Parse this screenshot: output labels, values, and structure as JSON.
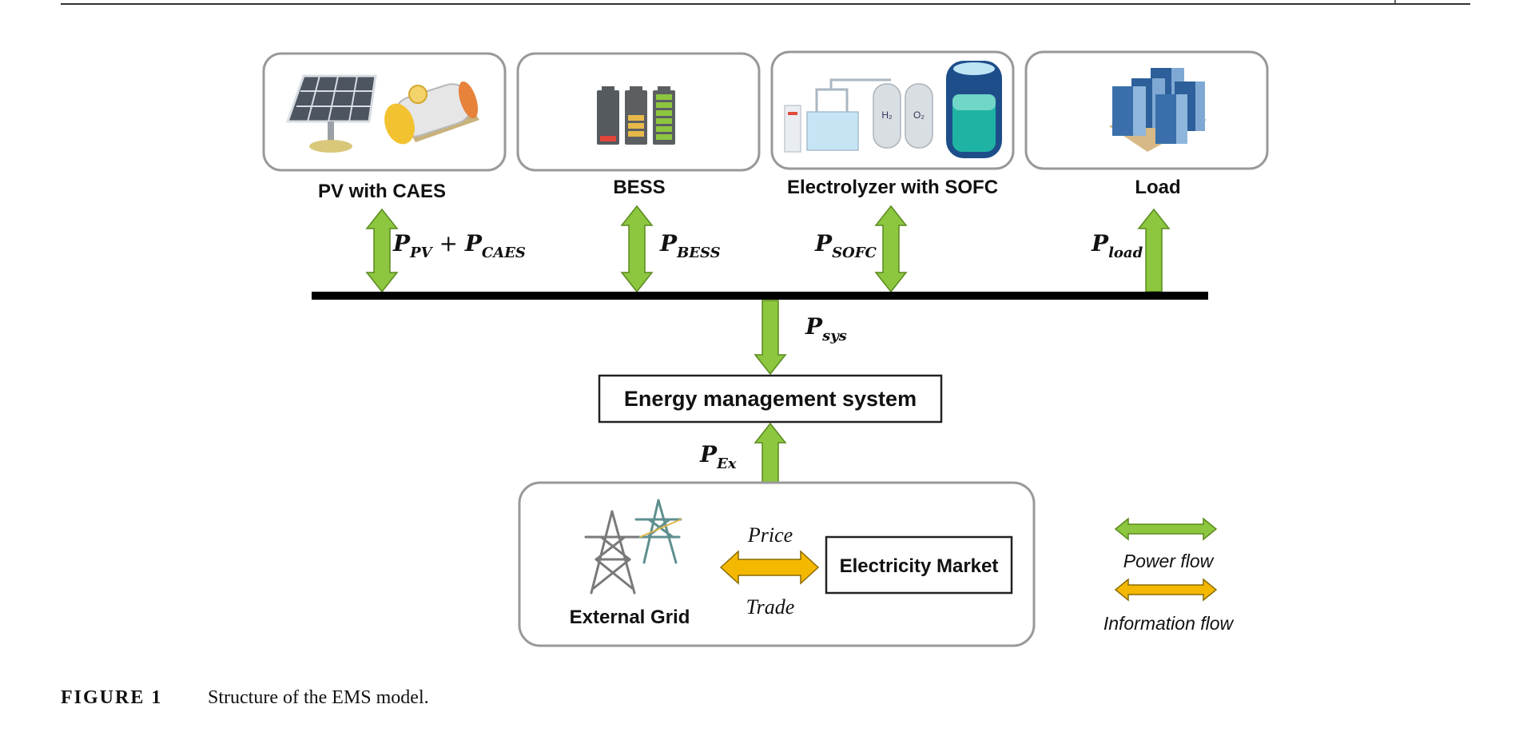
{
  "components": [
    {
      "name": "PV with CAES",
      "icon": "solar-panel-and-air-tank-icon",
      "flow": [
        "P",
        "PV",
        " + ",
        "P",
        "CAES"
      ]
    },
    {
      "name": "BESS",
      "icon": "battery-pack-icon",
      "flow": [
        "P",
        "BESS"
      ]
    },
    {
      "name": "Electrolyzer with SOFC",
      "icon": "electrolyzer-hydrogen-tank-icon",
      "h2": "H₂",
      "o2": "O₂",
      "flow": [
        "P",
        "SOFC"
      ]
    },
    {
      "name": "Load",
      "icon": "building-load-icon",
      "flow": [
        "P",
        "load"
      ]
    }
  ],
  "system_flow": {
    "base": "P",
    "sub": "sys"
  },
  "ems": {
    "label": "Energy management system"
  },
  "exchange_flow": {
    "base": "P",
    "sub": "Ex"
  },
  "grid": {
    "label": "External Grid",
    "market": "Electricity Market",
    "price": "Price",
    "trade": "Trade"
  },
  "legend": {
    "power": "Power flow",
    "information": "Information flow"
  },
  "colors": {
    "power": "#8dc63f",
    "power_edge": "#5a8a1e",
    "information": "#f5b800",
    "information_edge": "#8a6c00"
  },
  "caption": {
    "label": "FIGURE 1",
    "text": "Structure of the EMS model."
  }
}
